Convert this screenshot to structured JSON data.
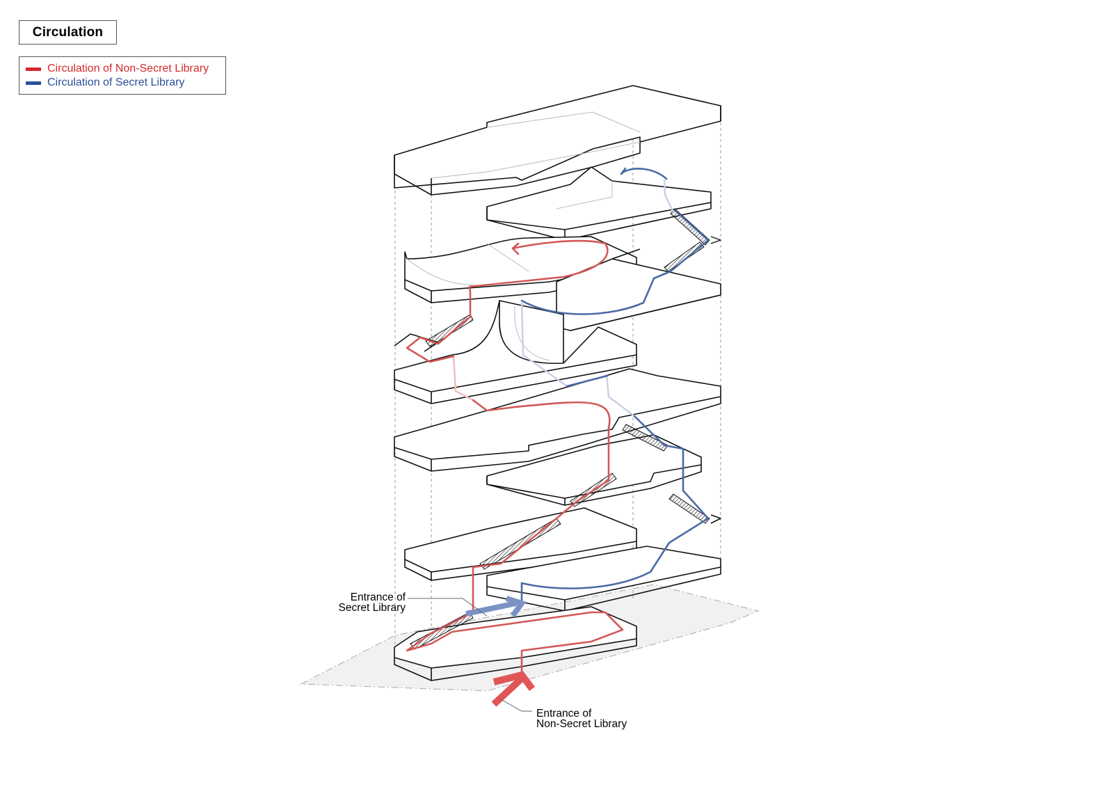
{
  "title": "Circulation",
  "legend": [
    {
      "label": "Circulation of Non-Secret Library",
      "color": "#d42a2a"
    },
    {
      "label": "Circulation of Secret Library",
      "color": "#2b4f9a"
    }
  ],
  "annotations": {
    "secret_entrance": {
      "line1": "Entrance of",
      "line2": "Secret Library"
    },
    "nonsecret_entrance": {
      "line1": "Entrance of",
      "line2": "Non-Secret Library"
    }
  },
  "colors": {
    "non_secret": "#d42a2a",
    "secret": "#2b4f9a",
    "outline": "#111111",
    "hidden": "#bfbfbf"
  }
}
